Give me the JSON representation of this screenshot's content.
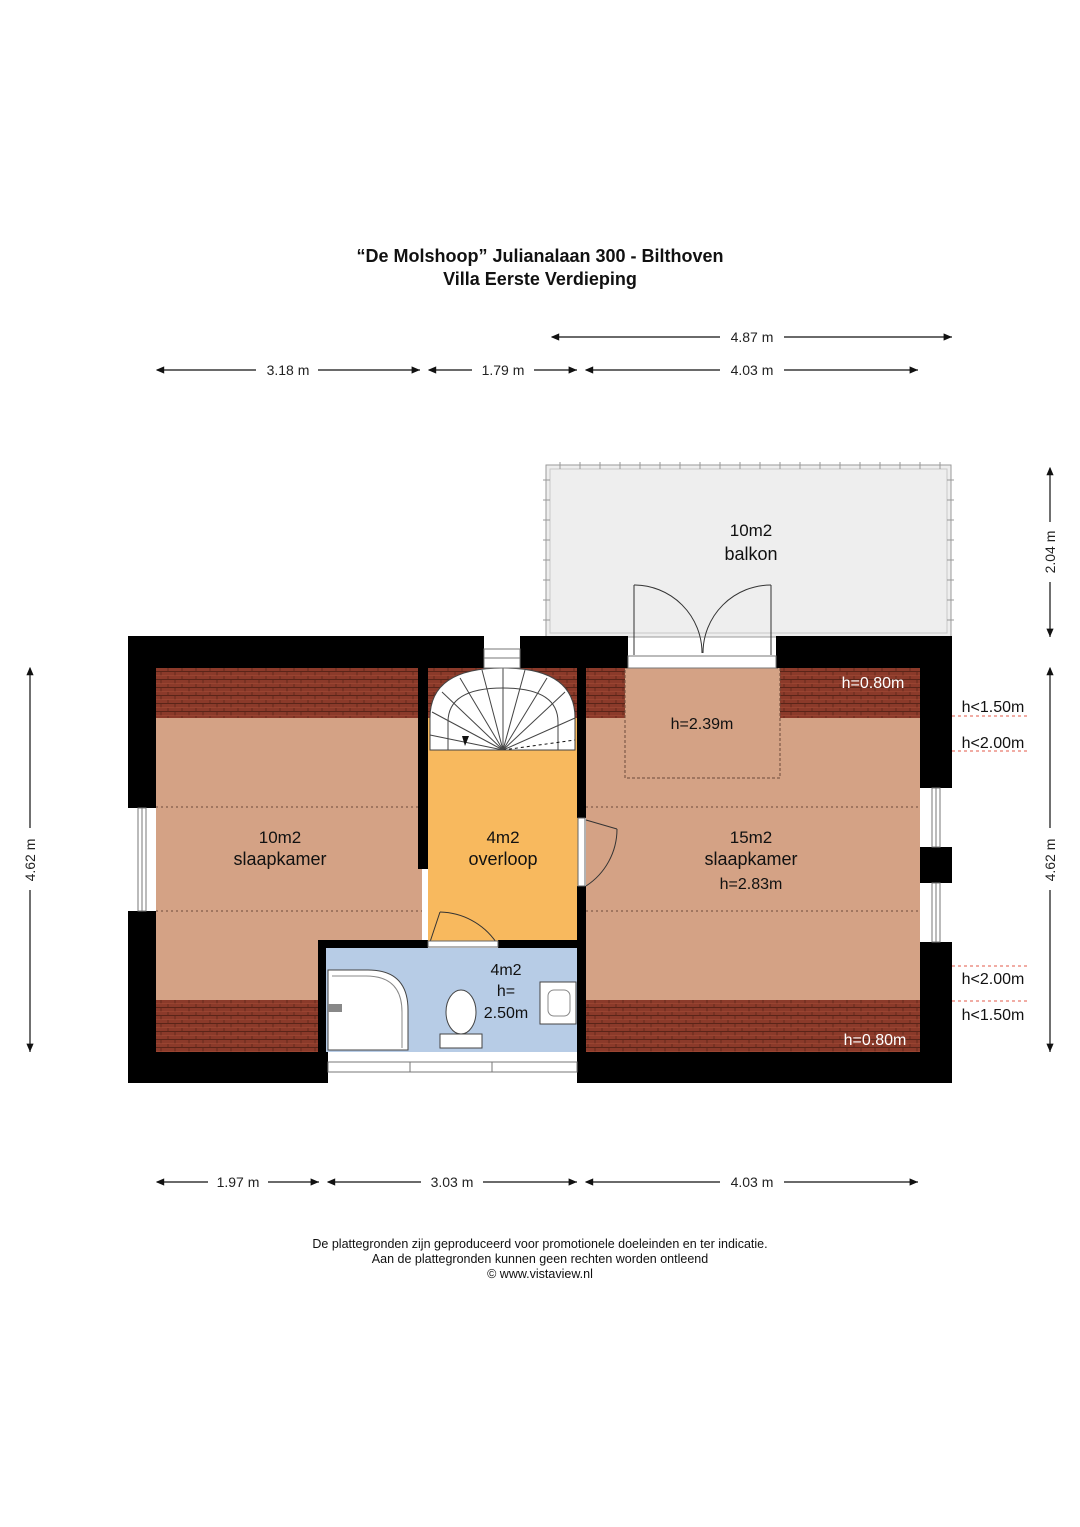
{
  "title": {
    "line1": "“De Molshoop” Julianalaan 300 - Bilthoven",
    "line2": "Villa Eerste Verdieping"
  },
  "dimensions": {
    "top_total": "4.87 m",
    "top_left": "3.18 m",
    "top_mid": "1.79 m",
    "top_right": "4.03 m",
    "bottom_left": "1.97 m",
    "bottom_mid": "3.03 m",
    "bottom_right": "4.03 m",
    "left_height": "4.62 m",
    "right_height": "4.62 m",
    "balcony_depth": "2.04 m"
  },
  "rooms": {
    "balkon": {
      "area": "10m2",
      "name": "balkon"
    },
    "slaapkamer_left": {
      "area": "10m2",
      "name": "slaapkamer"
    },
    "overloop": {
      "area": "4m2",
      "name": "overloop"
    },
    "slaapkamer_right": {
      "area": "15m2",
      "name": "slaapkamer",
      "height": "h=2.83m"
    },
    "badkamer": {
      "area": "4m2",
      "height_label": "h=",
      "height_value": "2.50m"
    }
  },
  "heights": {
    "dormer": "h=2.39m",
    "top_right_edge": "h=0.80m",
    "bottom_right_edge": "h=0.80m",
    "right_top_lt150": "h<1.50m",
    "right_top_lt200": "h<2.00m",
    "right_bottom_lt200": "h<2.00m",
    "right_bottom_lt150": "h<1.50m"
  },
  "footer": {
    "line1": "De plattegronden zijn geproduceerd voor promotionele doeleinden en ter indicatie.",
    "line2": "Aan de plattegronden kunnen geen rechten worden ontleend",
    "line3": "© www.vistaview.nl"
  },
  "colors": {
    "wall": "#000000",
    "room_floor": "#d4a285",
    "roof_tiles": "#8b3a2a",
    "overloop": "#f8b95e",
    "bathroom": "#b7cce6",
    "balcony": "#eeeeee"
  }
}
